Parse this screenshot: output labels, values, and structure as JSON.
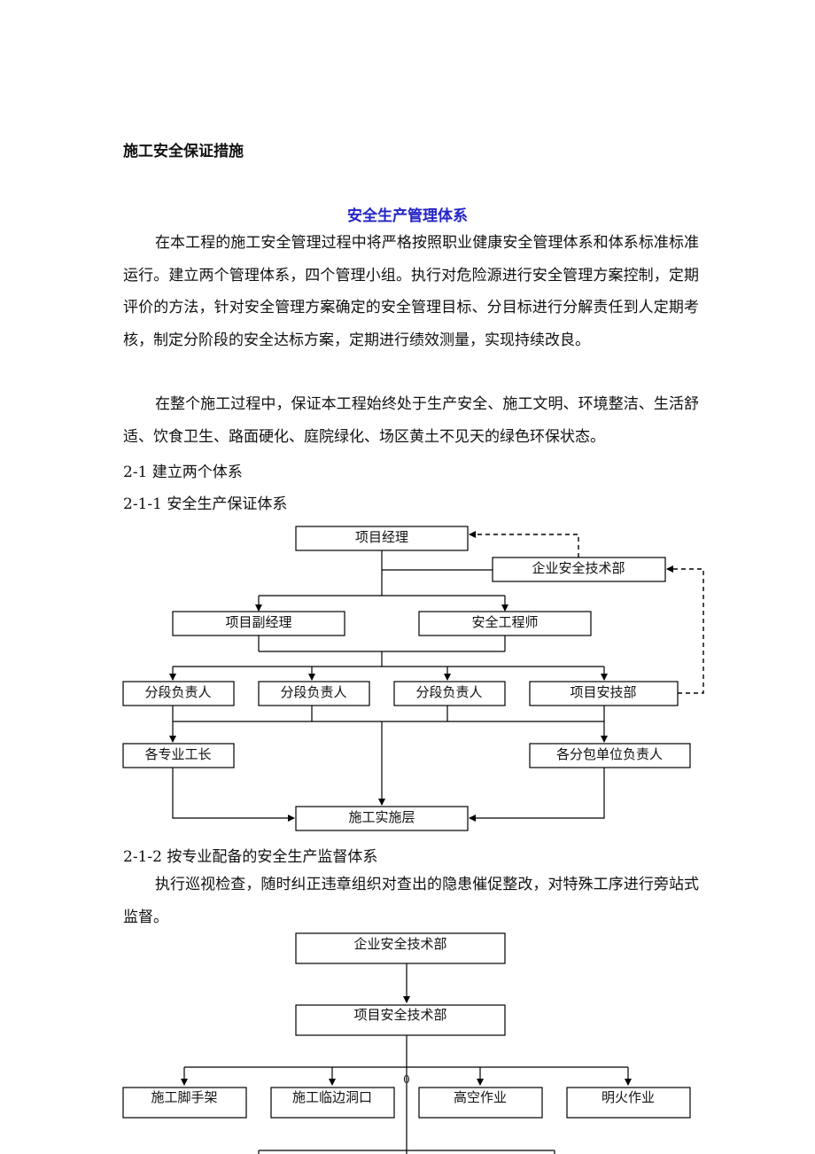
{
  "doc_title": "施工安全保证措施",
  "section_title": "安全生产管理体系",
  "paragraphs": [
    "在本工程的施工安全管理过程中将严格按照职业健康安全管理体系和体系标准标准运行。建立两个管理体系，四个管理小组。执行对危险源进行安全管理方案控制，定期评价的方法，针对安全管理方案确定的安全管理目标、分目标进行分解责任到人定期考核，制定分阶段的安全达标方案，定期进行绩效测量，实现持续改良。",
    "在整个施工过程中，保证本工程始终处于生产安全、施工文明、环境整洁、生活舒适、饮食卫生、路面硬化、庭院绿化、场区黄土不见天的绿色环保状态。"
  ],
  "heading_2_1": "2-1 建立两个体系",
  "heading_2_1_1": "2-1-1 安全生产保证体系",
  "chart1": {
    "project_manager": "项目经理",
    "enterprise_dept": "企业安全技术部",
    "deputy_manager": "项目副经理",
    "safety_engineer": "安全工程师",
    "section_leader_1": "分段负责人",
    "section_leader_2": "分段负责人",
    "section_leader_3": "分段负责人",
    "project_tech_dept": "项目安技部",
    "foremen": "各专业工长",
    "subcontract_leaders": "各分包单位负责人",
    "construction_layer": "施工实施层"
  },
  "heading_2_1_2": "2-1-2 按专业配备的安全生产监督体系",
  "paragraph_3": "执行巡视检查，随时纠正违章组织对查出的隐患催促整改，对特殊工序进行旁站式监督。",
  "chart2": {
    "enterprise_dept": "企业安全技术部",
    "project_dept": "项目安全技术部",
    "zero_marker": "0",
    "scaffold": "施工脚手架",
    "edge_openings": "施工临边洞口",
    "high_work": "高空作业",
    "open_fire": "明火作业"
  }
}
